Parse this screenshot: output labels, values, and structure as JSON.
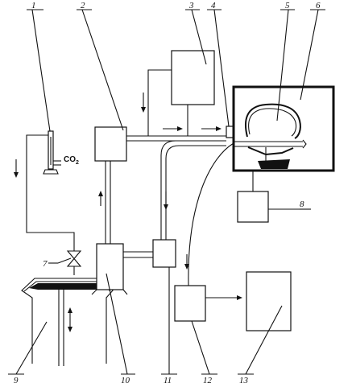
{
  "labels": [
    "1",
    "2",
    "3",
    "4",
    "5",
    "6",
    "7",
    "8",
    "9",
    "10",
    "11",
    "12",
    "13"
  ],
  "co2": {
    "main": "CO",
    "sub": "2"
  }
}
